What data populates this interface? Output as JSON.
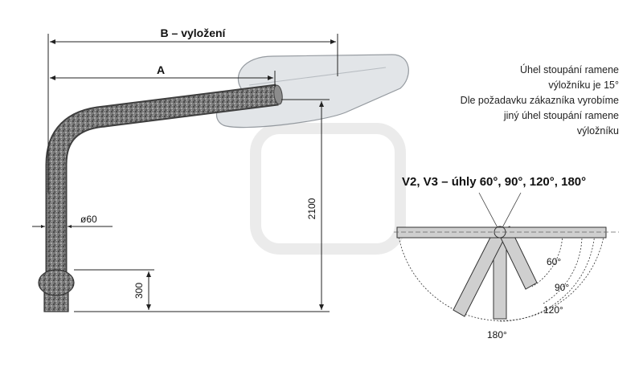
{
  "dimensions": {
    "b_label": "B – vyložení",
    "a_label": "A",
    "diameter_label": "ø60",
    "height_total": "2100",
    "height_base": "300"
  },
  "note": {
    "line1": "Úhel stoupání ramene",
    "line2": "výložníku je 15°",
    "line3": "Dle požadavku zákazníka vyrobíme",
    "line4": "jiný úhel stoupání ramene",
    "line5": "výložníku"
  },
  "variants": {
    "title": "V2, V3 – úhly 60°, 90°, 120°, 180°",
    "angle_60": "60°",
    "angle_90": "90°",
    "angle_120": "120°",
    "angle_180": "180°"
  },
  "colors": {
    "pipe_dark": "#4a4a4a",
    "pipe_light": "#9a9a9a",
    "lamp_fill": "#dfe3e6",
    "arm_fill": "#c8c8c8",
    "line": "#222222"
  }
}
